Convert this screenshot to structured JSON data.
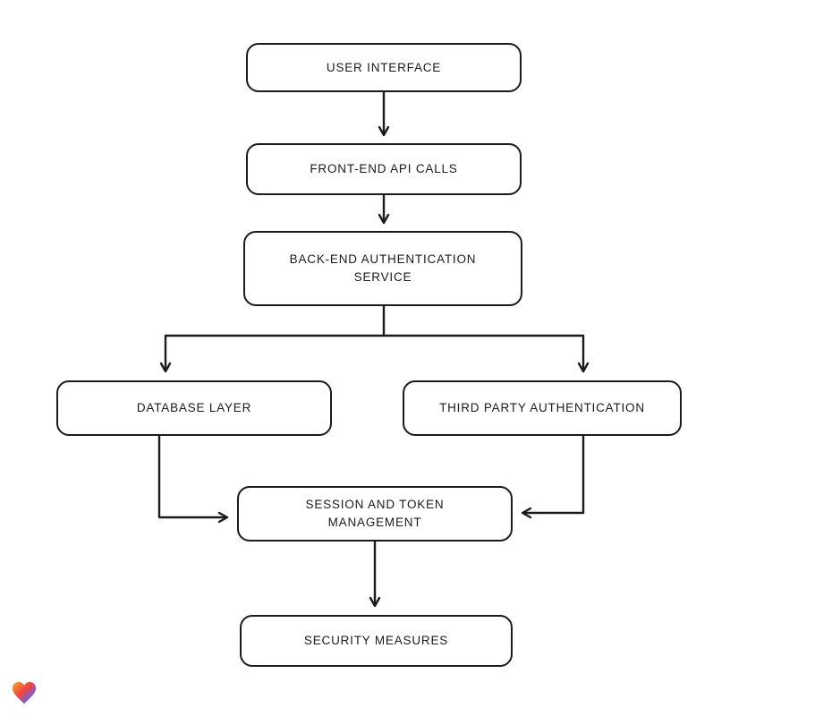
{
  "diagram": {
    "type": "flowchart",
    "nodes": [
      {
        "id": "user-interface",
        "label": "USER INTERFACE"
      },
      {
        "id": "front-end-api-calls",
        "label": "FRONT-END API CALLS"
      },
      {
        "id": "back-end-authentication-service",
        "label": "BACK-END AUTHENTICATION SERVICE"
      },
      {
        "id": "database-layer",
        "label": "DATABASE LAYER"
      },
      {
        "id": "third-party-authentication",
        "label": "THIRD PARTY AUTHENTICATION"
      },
      {
        "id": "session-and-token-management",
        "label": "SESSION AND TOKEN MANAGEMENT"
      },
      {
        "id": "security-measures",
        "label": "SECURITY MEASURES"
      }
    ],
    "edges": [
      {
        "from": "user-interface",
        "to": "front-end-api-calls"
      },
      {
        "from": "front-end-api-calls",
        "to": "back-end-authentication-service"
      },
      {
        "from": "back-end-authentication-service",
        "to": "database-layer"
      },
      {
        "from": "back-end-authentication-service",
        "to": "third-party-authentication"
      },
      {
        "from": "database-layer",
        "to": "session-and-token-management"
      },
      {
        "from": "third-party-authentication",
        "to": "session-and-token-management"
      },
      {
        "from": "session-and-token-management",
        "to": "security-measures"
      }
    ],
    "colors": {
      "stroke": "#1b1b1b",
      "node_fill": "#ffffff",
      "background": "#ffffff"
    },
    "logo": {
      "name": "heart-logo",
      "colors": [
        "#f6a623",
        "#ef4444",
        "#6366f1",
        "#22c55e"
      ]
    }
  }
}
